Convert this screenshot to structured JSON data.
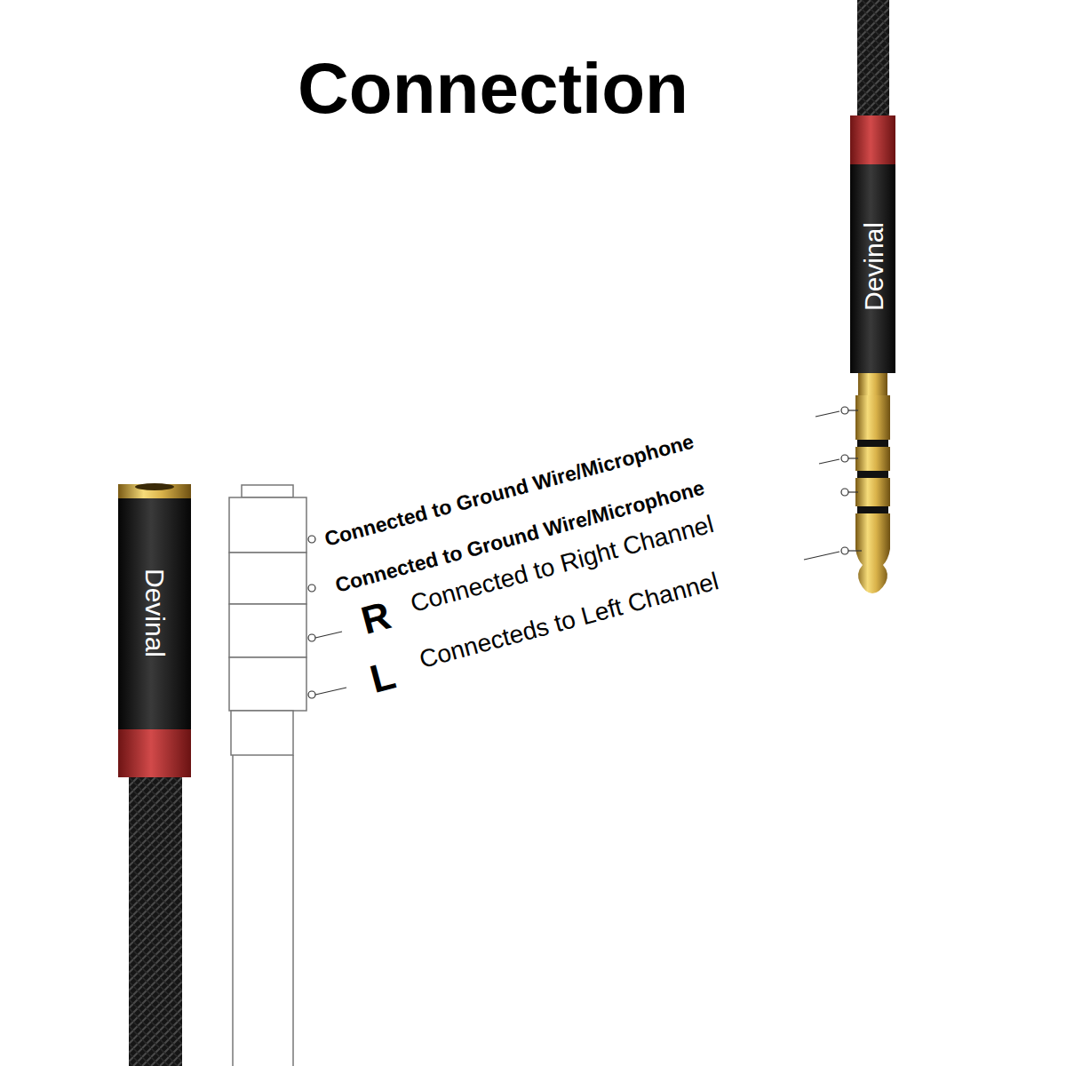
{
  "diagram": {
    "title": "Connection",
    "labels": [
      "Devinal",
      "Connected to Ground Wire/Microphone",
      "Connected to Ground Wire/Microphone",
      "R",
      "Connected to Right Channel",
      "L",
      "Connecteds to Left Channel",
      "Devinal"
    ]
  }
}
